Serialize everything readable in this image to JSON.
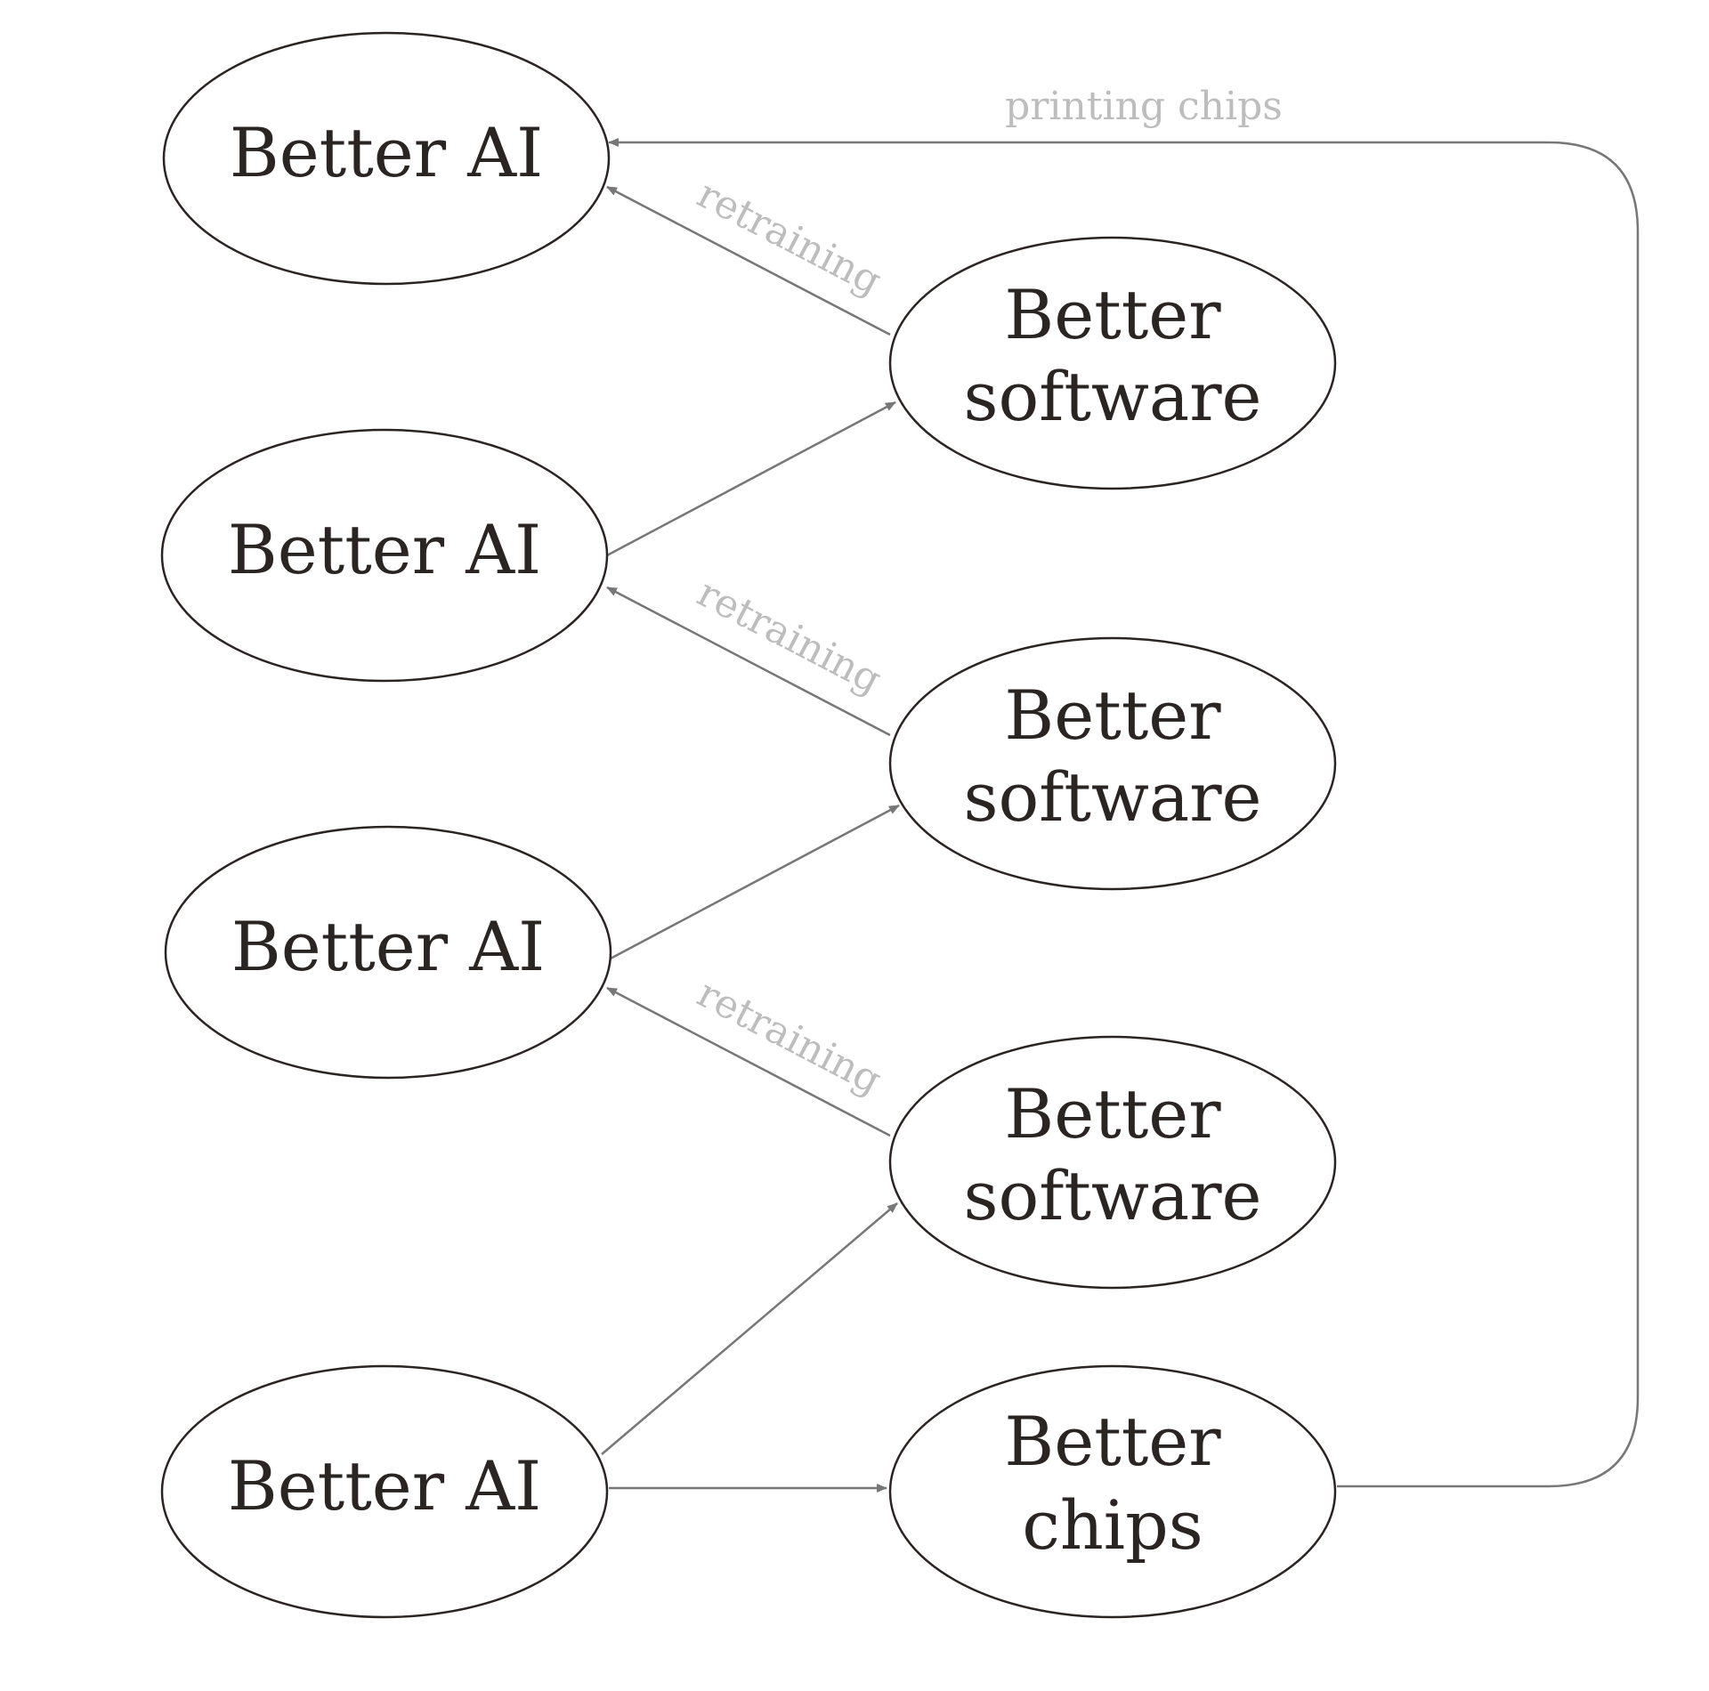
{
  "diagram": {
    "nodes": [
      {
        "id": "ai_1",
        "lines": [
          "Better AI"
        ]
      },
      {
        "id": "sw_1",
        "lines": [
          "Better",
          "software"
        ]
      },
      {
        "id": "ai_2",
        "lines": [
          "Better AI"
        ]
      },
      {
        "id": "sw_2",
        "lines": [
          "Better",
          "software"
        ]
      },
      {
        "id": "ai_3",
        "lines": [
          "Better AI"
        ]
      },
      {
        "id": "sw_3",
        "lines": [
          "Better",
          "software"
        ]
      },
      {
        "id": "ai_4",
        "lines": [
          "Better AI"
        ]
      },
      {
        "id": "chips",
        "lines": [
          "Better",
          "chips"
        ]
      }
    ],
    "edges": [
      {
        "id": "e_chips_ai1",
        "from": "chips",
        "to": "ai_1",
        "label": "printing chips"
      },
      {
        "id": "e_sw1_ai1",
        "from": "sw_1",
        "to": "ai_1",
        "label": "retraining"
      },
      {
        "id": "e_ai2_sw1",
        "from": "ai_2",
        "to": "sw_1",
        "label": ""
      },
      {
        "id": "e_sw2_ai2",
        "from": "sw_2",
        "to": "ai_2",
        "label": "retraining"
      },
      {
        "id": "e_ai3_sw2",
        "from": "ai_3",
        "to": "sw_2",
        "label": ""
      },
      {
        "id": "e_sw3_ai3",
        "from": "sw_3",
        "to": "ai_3",
        "label": "retraining"
      },
      {
        "id": "e_ai4_sw3",
        "from": "ai_4",
        "to": "sw_3",
        "label": ""
      },
      {
        "id": "e_ai4_chips",
        "from": "ai_4",
        "to": "chips",
        "label": ""
      }
    ],
    "colors": {
      "node_stroke": "#2a2523",
      "edge": "#777777",
      "edge_label": "#bdbdbd"
    }
  }
}
